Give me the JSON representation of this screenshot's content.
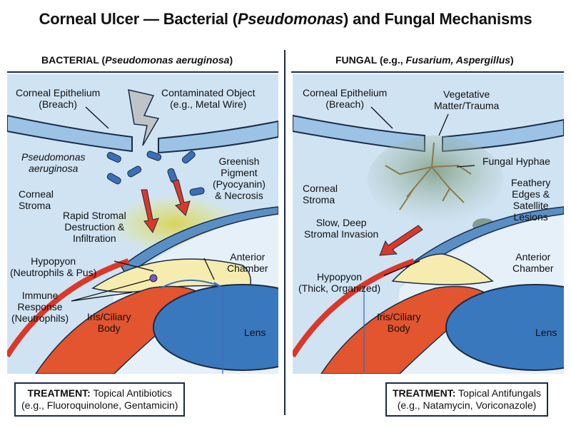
{
  "title_prefix": "Corneal Ulcer — Bacterial (",
  "title_italic": "Pseudomonas",
  "title_suffix": ") and Fungal Mechanisms",
  "bacterial": {
    "heading_prefix": "BACTERIAL (",
    "heading_italic": "Pseudomonas aeruginosa",
    "heading_suffix": ")",
    "epithelium": [
      "Corneal Epithelium",
      "(Breach)"
    ],
    "object": [
      "Contaminated Object",
      "(e.g., Metal Wire)"
    ],
    "organism": [
      "Pseudomonas",
      "aeruginosa"
    ],
    "stroma": [
      "Corneal",
      "Stroma"
    ],
    "pigment": [
      "Greenish",
      "Pigment",
      "(Pyocyanin)",
      "& Necrosis"
    ],
    "destruction": [
      "Rapid Stromal",
      "Destruction &",
      "Infiltration"
    ],
    "hypopyon": [
      "Hypopyon",
      "(Neutrophils & Pus)"
    ],
    "chamber": [
      "Anterior",
      "Chamber"
    ],
    "immune": [
      "Immune",
      "Response",
      "(Neutrophils)"
    ],
    "iris": [
      "Iris/Ciliary",
      "Body"
    ],
    "lens": "Lens",
    "treatment_label": "TREATMENT:",
    "treatment_text": " Topical Antibiotics",
    "treatment_line2": "(e.g., Fluoroquinolone, Gentamicin)"
  },
  "fungal": {
    "heading_prefix": "FUNGAL (e.g., ",
    "heading_italic": "Fusarium, Aspergillus",
    "heading_suffix": ")",
    "epithelium": [
      "Corneal Epithelium",
      "(Breach)"
    ],
    "matter": [
      "Vegetative",
      "Matter/Trauma"
    ],
    "hyphae": "Fungal Hyphae",
    "stroma": [
      "Corneal",
      "Stroma"
    ],
    "feathery": [
      "Feathery",
      "Edges &",
      "Satellite",
      "Lesions"
    ],
    "invasion": [
      "Slow, Deep",
      "Stromal Invasion"
    ],
    "chamber": [
      "Anterior",
      "Chamber"
    ],
    "hypopyon": [
      "Hypopyon",
      "(Thick, Organized)"
    ],
    "iris": [
      "Iris/Ciliary",
      "Body"
    ],
    "lens": "Lens",
    "treatment_label": "TREATMENT:",
    "treatment_text": " Topical Antifungals",
    "treatment_line2": "(e.g., Natamycin, Voriconazole)"
  },
  "colors": {
    "cornea": "#cfe3f3",
    "epithelium": "#9cc3e6",
    "iris": "#e2552f",
    "lens": "#3a78bd",
    "hypopyon": "#f7ecb0",
    "arrow_red": "#d8392b",
    "bacteria": "#3a70b8",
    "fungus": "#6d8a78",
    "outline": "#1b2b45"
  }
}
